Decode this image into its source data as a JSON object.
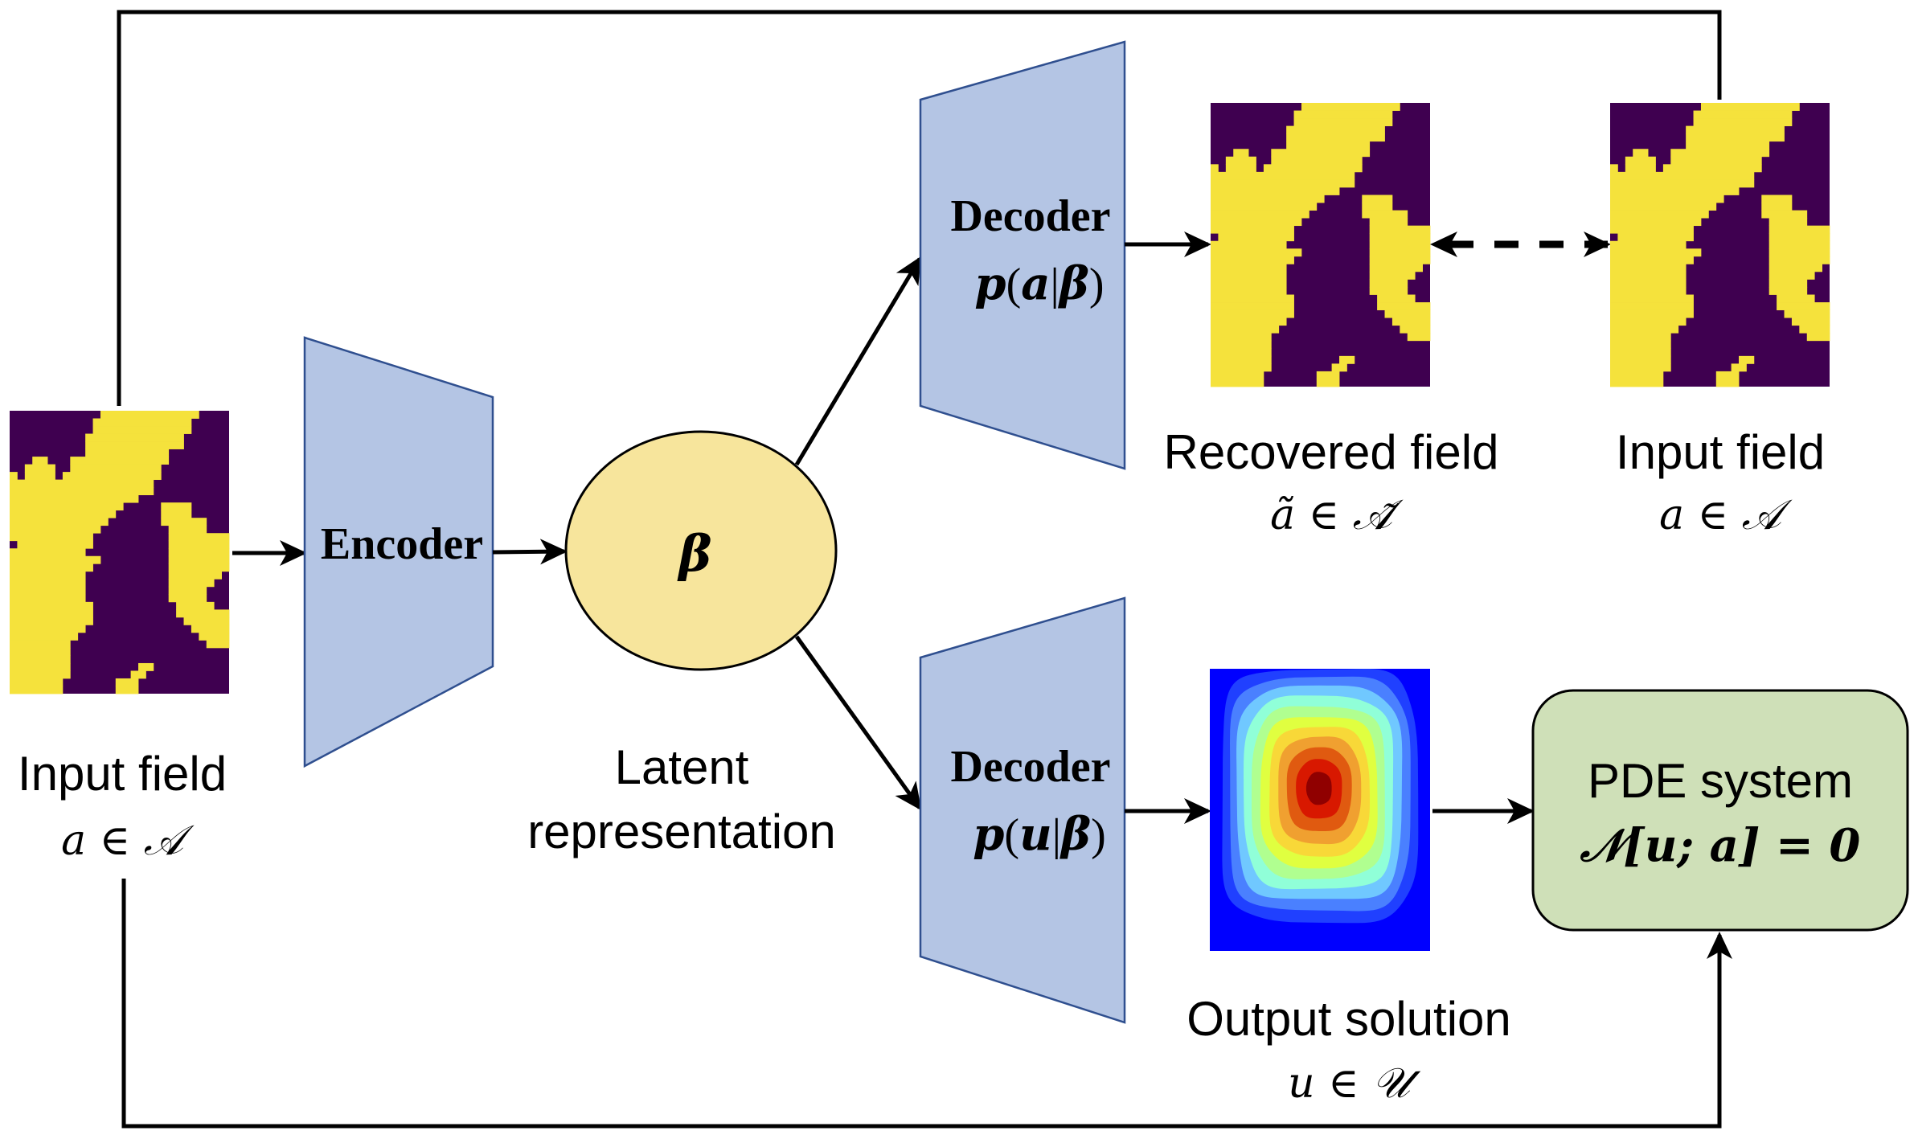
{
  "diagram": {
    "colors": {
      "background": "#ffffff",
      "network_fill": "#b4c5e4",
      "network_stroke": "#2f4f8f",
      "latent_fill": "#f7e59c",
      "pde_fill": "#cfe0b8",
      "line": "#000000",
      "field_dark": "#3f0050",
      "field_light": "#f5e23c"
    },
    "input_field_left": {
      "title": "Input field",
      "math": "a ∈ 𝒜"
    },
    "encoder": {
      "label": "Encoder"
    },
    "latent": {
      "symbol": "β",
      "caption_line1": "Latent",
      "caption_line2": "representation"
    },
    "decoder_a": {
      "label": "Decoder",
      "math_p": "p",
      "math_open": "(",
      "math_var": "a",
      "math_bar": "|",
      "math_beta": "β",
      "math_close": ")"
    },
    "decoder_u": {
      "label": "Decoder",
      "math_p": "p",
      "math_open": "(",
      "math_var": "u",
      "math_bar": "|",
      "math_beta": "β",
      "math_close": ")"
    },
    "recovered_field": {
      "title": "Recovered field",
      "math": "ã ∈ 𝒜̃"
    },
    "input_field_right": {
      "title": "Input field",
      "math": "a ∈ 𝒜"
    },
    "output_solution": {
      "title": "Output solution",
      "math": "u ∈ 𝒰",
      "contour_colors": [
        "#0000ff",
        "#2040ff",
        "#4a80ff",
        "#70c8ff",
        "#90ffd8",
        "#b0ff90",
        "#e0ff40",
        "#f8d838",
        "#f0a030",
        "#e05a10",
        "#d81800",
        "#900000"
      ]
    },
    "pde_system": {
      "title": "PDE system",
      "equation": "𝒩[u; a] = 0"
    },
    "field_mask": [
      "00000000000011111111111110000",
      "00000000000111111111111100000",
      "00000000000111111111111100000",
      "00000000001111111111111000000",
      "00000000001111111111111000000",
      "00000000001111111111100000000",
      "00011000111111111111100000000",
      "00111100111111111111000000000",
      "10111101111111111111000000000",
      "11111111111111111110000000000",
      "11111111111111111110000000000",
      "11111111111111111000000000000",
      "11111111111111100000111100000",
      "11111111111111000000111100000",
      "11111111111110000000111111000",
      "11111111111100000000011111000",
      "11111111111000000000011111111",
      "01111111111000000000011111111",
      "11111111110000000000011111111",
      "11111111111100000000011111111",
      "11111111111000000000011111111",
      "11111111110000000000011111110",
      "11111111110000000000011111100",
      "11111111110000000000011111000",
      "11111111110000000000011111000",
      "11111111111000000000001111100",
      "11111111111000000000001111111",
      "11111111111000000000000111111",
      "11111111110000000000000011111",
      "11111111100000000000000001111",
      "11111111000000000000000000111",
      "11111111000000000000000000000",
      "11111111000000000000000000000",
      "11111111000000000110000000000",
      "11111111000000001100000000000",
      "11111110000000111000000000000",
      "11111110000000111000000000000"
    ]
  }
}
